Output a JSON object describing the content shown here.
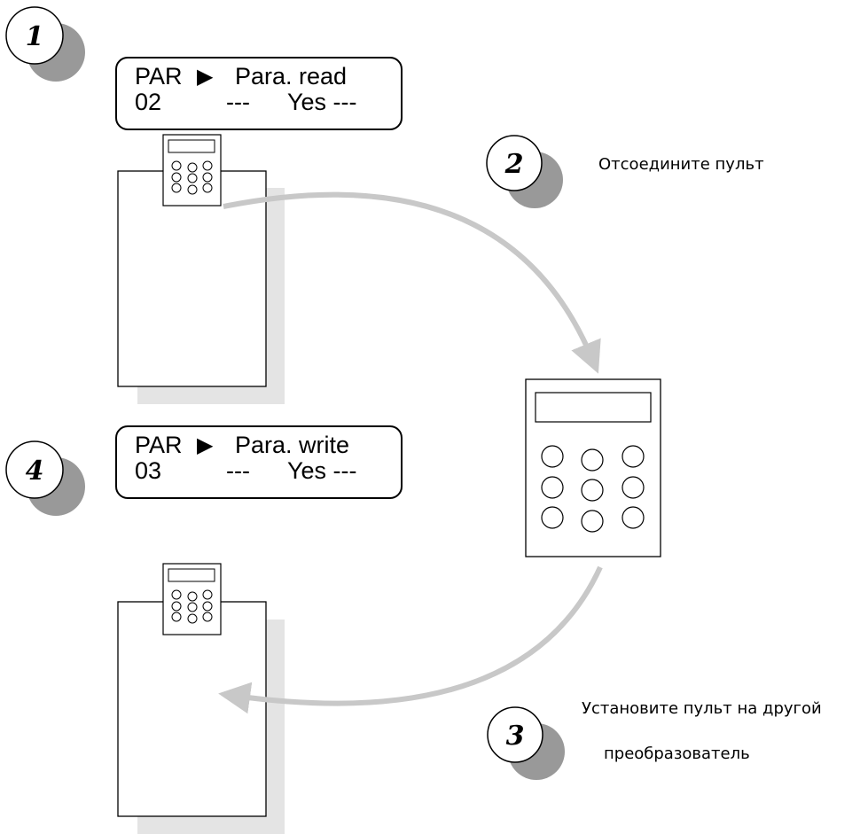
{
  "steps": [
    {
      "number": "1"
    },
    {
      "number": "2",
      "caption": "Отсоедините пульт"
    },
    {
      "number": "3",
      "caption_line1": "Установите пульт на другой",
      "caption_line2": "преобразователь"
    },
    {
      "number": "4"
    }
  ],
  "lcd_read": {
    "mode": "PAR",
    "arrow": "▶",
    "action": "Para. read",
    "code": "02",
    "dashes_left": "---",
    "answer": "Yes ---"
  },
  "lcd_write": {
    "mode": "PAR",
    "arrow": "▶",
    "action": "Para. write",
    "code": "03",
    "dashes_left": "---",
    "answer": "Yes ---"
  },
  "colors": {
    "shadow": "#999999",
    "arrow": "#c8c8c8",
    "unit_shadow": "#e4e4e4",
    "line": "#000000"
  }
}
